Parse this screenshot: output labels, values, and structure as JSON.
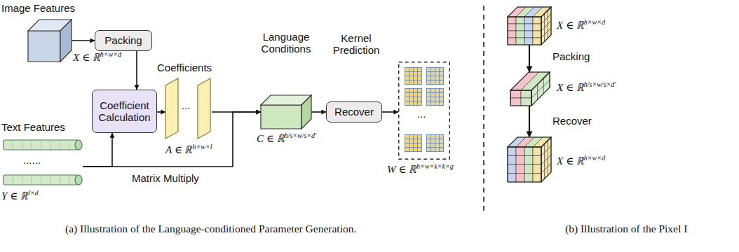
{
  "diagram": {
    "caption": "(a) Illustration of the Language-conditioned Parameter Generation.",
    "nodes": [
      {
        "text": [
          "Image Features",
          "X ∈ ℝh×w×d"
        ]
      },
      {
        "text": [
          "Packing"
        ]
      },
      {
        "text": [
          "Coefficient Calculation"
        ]
      },
      {
        "text": [
          "Text Features",
          "......",
          "Y ∈ ℝl×d"
        ]
      },
      {
        "text": [
          "Coefficients",
          "...",
          "A ∈ ℝh×w×l"
        ]
      },
      {
        "text": [
          "Language Conditions",
          "C ∈ ℝh/s×w/s×d′"
        ]
      },
      {
        "text": [
          "Recover"
        ]
      },
      {
        "text": [
          "...",
          "W ∈ ℝh×w×k×k×g"
        ]
      },
      {
        "text": [
          "X ∈ ℝh×w×d"
        ]
      },
      {
        "text": [
          "X ∈ ℝh/s×w/s×d′"
        ]
      },
      {
        "text": [
          "X ∈ ℝh×w×d"
        ]
      }
    ],
    "edges": [
      {
        "from": 0,
        "to": 1,
        "arrow": "to"
      },
      {
        "from": 1,
        "to": 2,
        "arrow": "to"
      },
      {
        "from": 3,
        "to": 2,
        "arrow": "to"
      },
      {
        "from": 2,
        "to": 4,
        "arrow": "to"
      },
      {
        "from": 4,
        "to": 5,
        "arrow": "to"
      },
      {
        "from": 3,
        "to": 5,
        "label": "Matrix Multiply",
        "arrow": "to"
      },
      {
        "from": 5,
        "to": 6,
        "arrow": "to"
      },
      {
        "from": 6,
        "to": 7,
        "arrow": "to"
      },
      {
        "from": 8,
        "to": 9,
        "label": "Packing",
        "arrow": "to"
      },
      {
        "from": 9,
        "to": 10,
        "label": "Recover",
        "arrow": "to"
      }
    ],
    "labels": [
      "Kernel Prediction",
      "(b) Illustration of the Pixel I"
    ]
  }
}
